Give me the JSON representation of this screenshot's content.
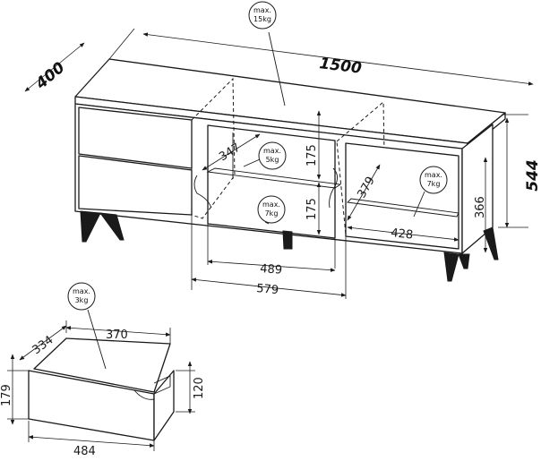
{
  "dimensions": {
    "width": "1500",
    "depth": "400",
    "height": "544",
    "niche_inner_width": "489",
    "niche_outer_width": "579",
    "shelf_depth": "347",
    "niche_upper_height": "175",
    "niche_lower_height": "175",
    "cabinet_depth": "379",
    "cabinet_width": "428",
    "cabinet_height": "366",
    "drawer_inner_width": "370",
    "drawer_inner_depth": "334",
    "drawer_front_width": "484",
    "drawer_front_height": "179",
    "drawer_side_height": "120"
  },
  "load_badges": {
    "top": {
      "line1": "max.",
      "line2": "15kg"
    },
    "shelf": {
      "line1": "max.",
      "line2": "5kg"
    },
    "niche": {
      "line1": "max.",
      "line2": "7kg"
    },
    "cabinet": {
      "line1": "max.",
      "line2": "7kg"
    },
    "drawer": {
      "line1": "max.",
      "line2": "3kg"
    }
  }
}
